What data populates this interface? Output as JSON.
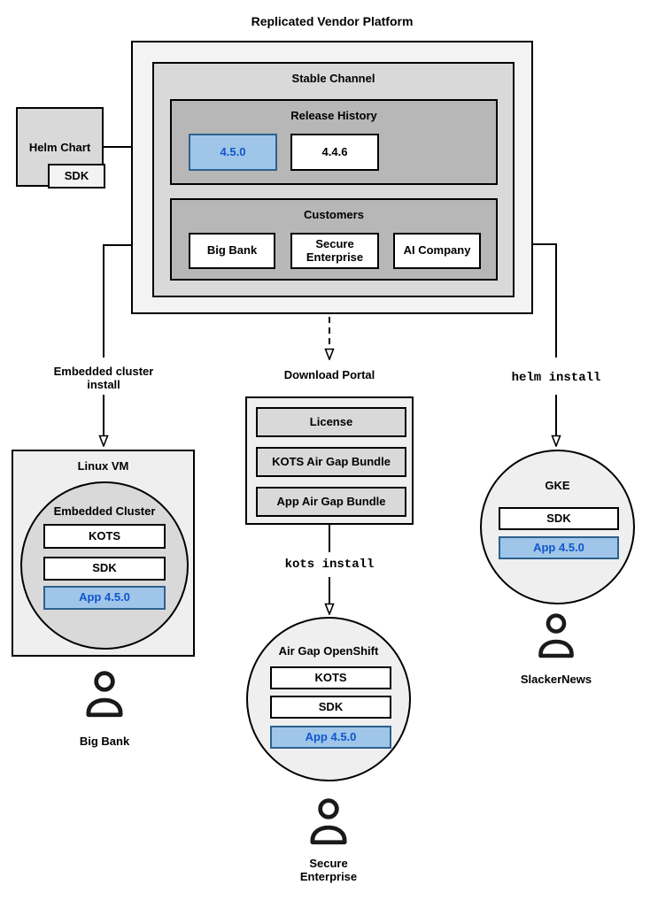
{
  "title": "Replicated Vendor Platform",
  "colors": {
    "platform_fill": "#f3f3f3",
    "channel_fill": "#d9d9d9",
    "group_fill": "#b7b7b7",
    "node_fill": "#efefef",
    "highlight_fill": "#9fc5e8",
    "highlight_border": "#2d618f",
    "highlight_text": "#1155cc",
    "line_color": "#000000"
  },
  "helm_chart": {
    "label": "Helm Chart",
    "sdk": "SDK"
  },
  "stable_channel": {
    "label": "Stable Channel",
    "release_history": {
      "label": "Release History",
      "releases": [
        "4.5.0",
        "4.4.6"
      ],
      "highlighted_release": "4.5.0"
    },
    "customers": {
      "label": "Customers",
      "items": [
        "Big Bank",
        "Secure Enterprise",
        "AI Company"
      ]
    }
  },
  "left_branch": {
    "install_method": "Embedded cluster install",
    "vm_label": "Linux VM",
    "cluster_label": "Embedded Cluster",
    "components": [
      "KOTS",
      "SDK",
      "App 4.5.0"
    ],
    "user": "Big Bank"
  },
  "middle_branch": {
    "portal_label": "Download Portal",
    "portal_items": [
      "License",
      "KOTS Air Gap Bundle",
      "App Air Gap Bundle"
    ],
    "install_method": "kots install",
    "cluster_label": "Air Gap OpenShift",
    "components": [
      "KOTS",
      "SDK",
      "App 4.5.0"
    ],
    "user": "Secure Enterprise"
  },
  "right_branch": {
    "install_method": "helm install",
    "cluster_label": "GKE",
    "components": [
      "SDK",
      "App 4.5.0"
    ],
    "user": "SlackerNews"
  }
}
